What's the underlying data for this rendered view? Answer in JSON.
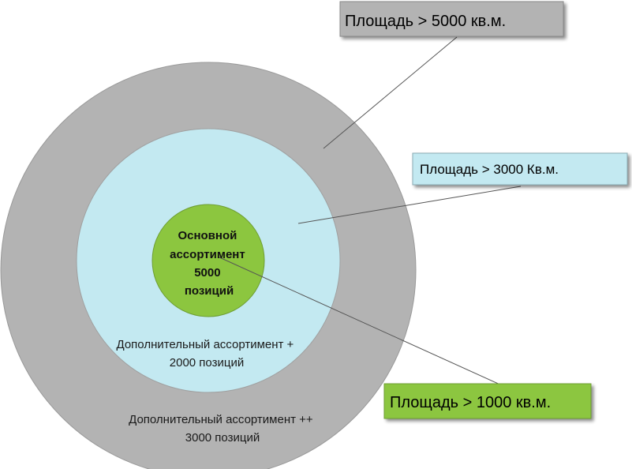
{
  "diagram": {
    "core": {
      "lines": [
        "Основной",
        "ассортимент",
        "5000",
        "позиций"
      ]
    },
    "inner_ring": {
      "lines": [
        "Дополнительный ассортимент +",
        "2000 позиций"
      ]
    },
    "outer_ring": {
      "lines": [
        "Дополнительный ассортимент ++",
        "3000 позиций"
      ]
    },
    "callouts": {
      "large": "Площадь > 5000 кв.м.",
      "medium": "Площадь > 3000 Кв.м.",
      "small": "Площадь > 1000 кв.м."
    }
  },
  "colors": {
    "outer_ring": "#b3b3b3",
    "inner_ring": "#c3e9f1",
    "core": "#8cc63f",
    "large_callout": "#b3b3b3",
    "medium_callout": "#c3e9f1",
    "small_callout": "#8cc63f"
  }
}
